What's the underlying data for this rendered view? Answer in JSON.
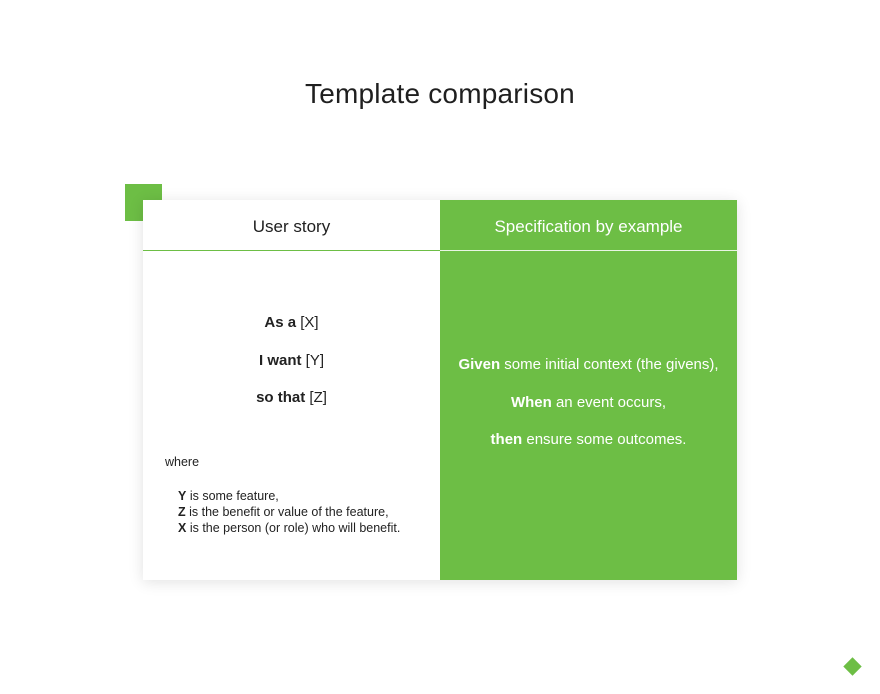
{
  "title": "Template comparison",
  "user_story": {
    "header": "User story",
    "lines": [
      {
        "keyword": "As a",
        "rest": " [X]"
      },
      {
        "keyword": "I want",
        "rest": " [Y]"
      },
      {
        "keyword": "so that",
        "rest": " [Z]"
      }
    ],
    "where_label": "where",
    "definitions": [
      {
        "keyword": "Y",
        "rest": " is some feature,"
      },
      {
        "keyword": "Z",
        "rest": " is the benefit or value of the feature,"
      },
      {
        "keyword": "X",
        "rest": " is the person (or role) who will benefit."
      }
    ]
  },
  "spec_by_example": {
    "header": "Specification by example",
    "lines": [
      {
        "keyword": "Given",
        "rest": " some initial context (the givens),"
      },
      {
        "keyword": "When",
        "rest": " an event occurs,"
      },
      {
        "keyword": "then",
        "rest": " ensure some outcomes."
      }
    ]
  },
  "colors": {
    "accent": "#6dbe45",
    "text": "#222222",
    "background": "#ffffff"
  },
  "icons": {
    "corner": "green-corner-square",
    "logo": "green-diamond-icon"
  }
}
